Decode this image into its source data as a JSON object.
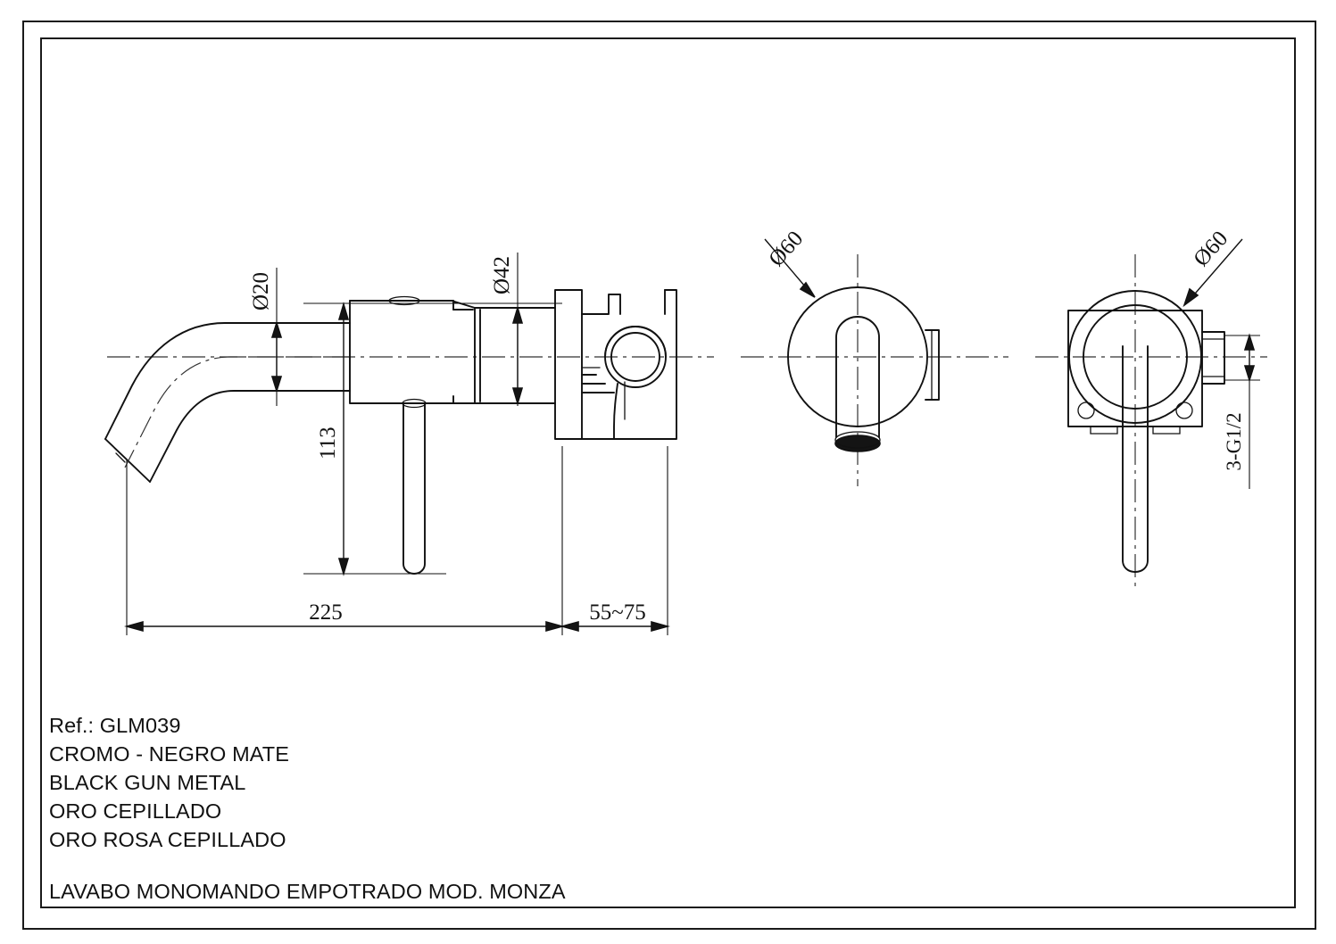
{
  "drawing": {
    "title": "LAVABO MONOMANDO EMPOTRADO MOD. MONZA",
    "reference": "Ref.: GLM039",
    "finishes": [
      "CROMO - NEGRO MATE",
      "BLACK GUN METAL",
      "ORO CEPILLADO",
      "ORO ROSA CEPILLADO"
    ],
    "views": {
      "elevation": "side elevation",
      "front_spout": "front view spout escutcheon",
      "front_valve": "front view valve escutcheon"
    },
    "dimensions": {
      "spout_diameter": "Ø20",
      "body_diameter": "Ø42",
      "height_113": "113",
      "projection_225": "225",
      "wall_depth_55_75": "55~75",
      "escutcheon_spout": "Ø60",
      "escutcheon_valve": "Ø60",
      "thread": "3-G1/2"
    },
    "colors": {
      "line": "#111111",
      "background": "#ffffff",
      "centerline": "#333333"
    }
  }
}
